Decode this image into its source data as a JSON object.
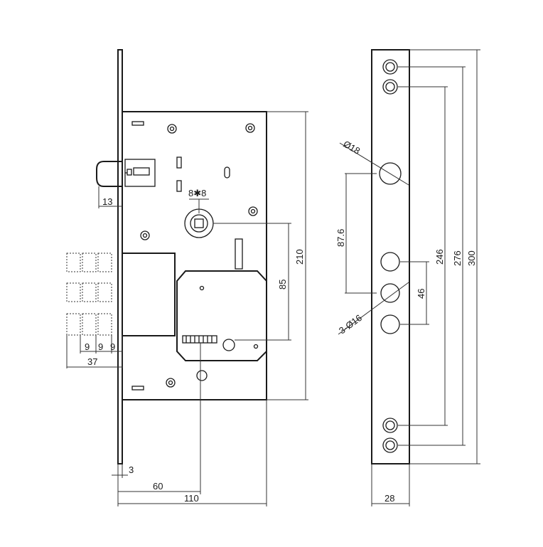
{
  "diagram": {
    "dimensions": {
      "backset_13": "13",
      "spindle_8x8": "8✱8",
      "height_210": "210",
      "center_85": "85",
      "bolt_9a": "9",
      "bolt_9b": "9",
      "bolt_9c": "9",
      "bolt_37": "37",
      "faceplate_3": "3",
      "backset_60": "60",
      "width_110": "110",
      "hole_d18": "Ø18",
      "hole_3d16": "3-Ø16",
      "pitch_87_6": "87.6",
      "pitch_46": "46",
      "screw_246": "246",
      "screw_276": "276",
      "plate_300": "300",
      "plate_width_28": "28"
    }
  }
}
